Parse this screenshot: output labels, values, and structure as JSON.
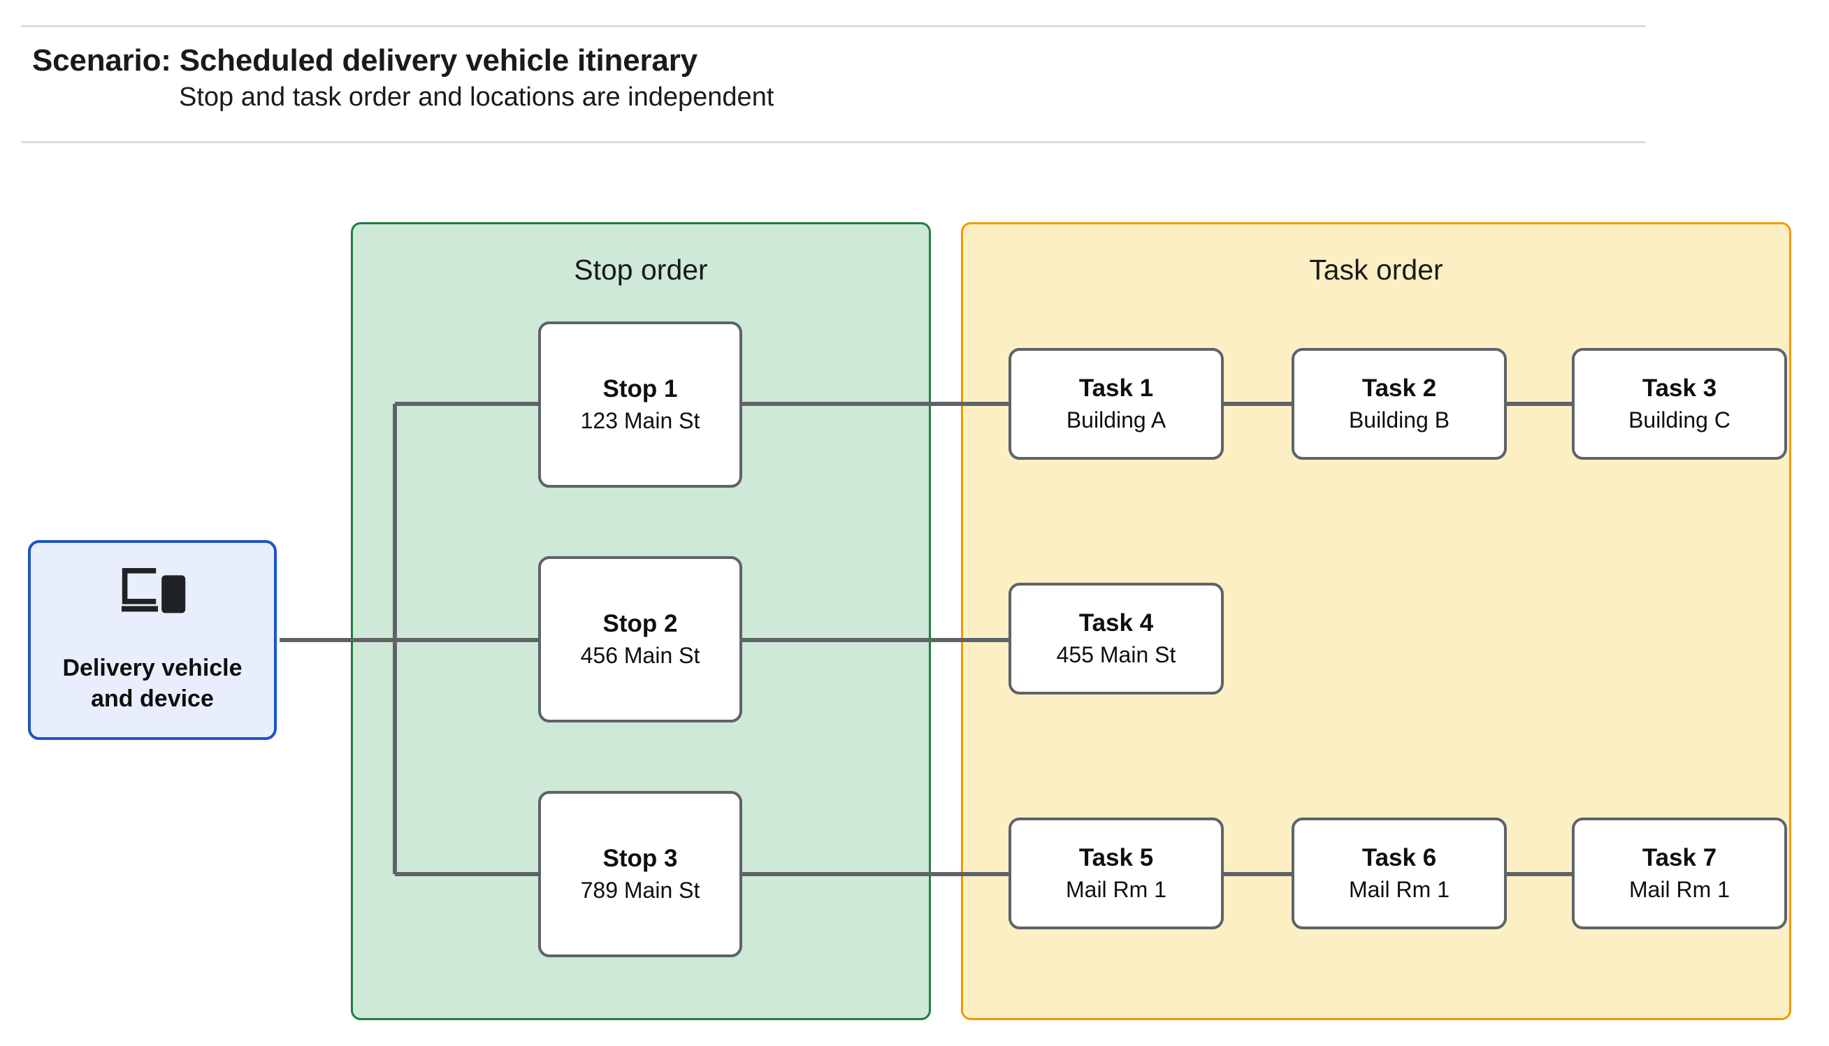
{
  "header": {
    "title": "Scenario: Scheduled delivery vehicle itinerary",
    "subtitle": "Stop and task order and locations are independent"
  },
  "vehicle": {
    "icon": "devices-icon",
    "label": "Delivery vehicle\nand device",
    "fill_color": "#e8eefc",
    "border_color": "#1a56c4"
  },
  "stop_group": {
    "title": "Stop order",
    "fill_color": "#cee9d8",
    "border_color": "#1e7e43",
    "nodes": [
      {
        "title": "Stop 1",
        "sub": "123 Main St"
      },
      {
        "title": "Stop 2",
        "sub": "456 Main St"
      },
      {
        "title": "Stop 3",
        "sub": "789 Main St"
      }
    ]
  },
  "task_group": {
    "title": "Task order",
    "fill_color": "#fdefc4",
    "border_color": "#f29900",
    "rows": [
      {
        "nodes": [
          {
            "title": "Task 1",
            "sub": "Building A"
          },
          {
            "title": "Task 2",
            "sub": "Building B"
          },
          {
            "title": "Task 3",
            "sub": "Building C"
          }
        ]
      },
      {
        "nodes": [
          {
            "title": "Task 4",
            "sub": "455 Main St"
          }
        ]
      },
      {
        "nodes": [
          {
            "title": "Task 5",
            "sub": "Mail Rm 1"
          },
          {
            "title": "Task 6",
            "sub": "Mail Rm 1"
          },
          {
            "title": "Task 7",
            "sub": "Mail Rm 1"
          }
        ]
      }
    ]
  },
  "node_style": {
    "fill_color": "#ffffff",
    "border_color": "#5f6368"
  },
  "connector_color": "#5f6368",
  "divider_color": "#dadce0"
}
